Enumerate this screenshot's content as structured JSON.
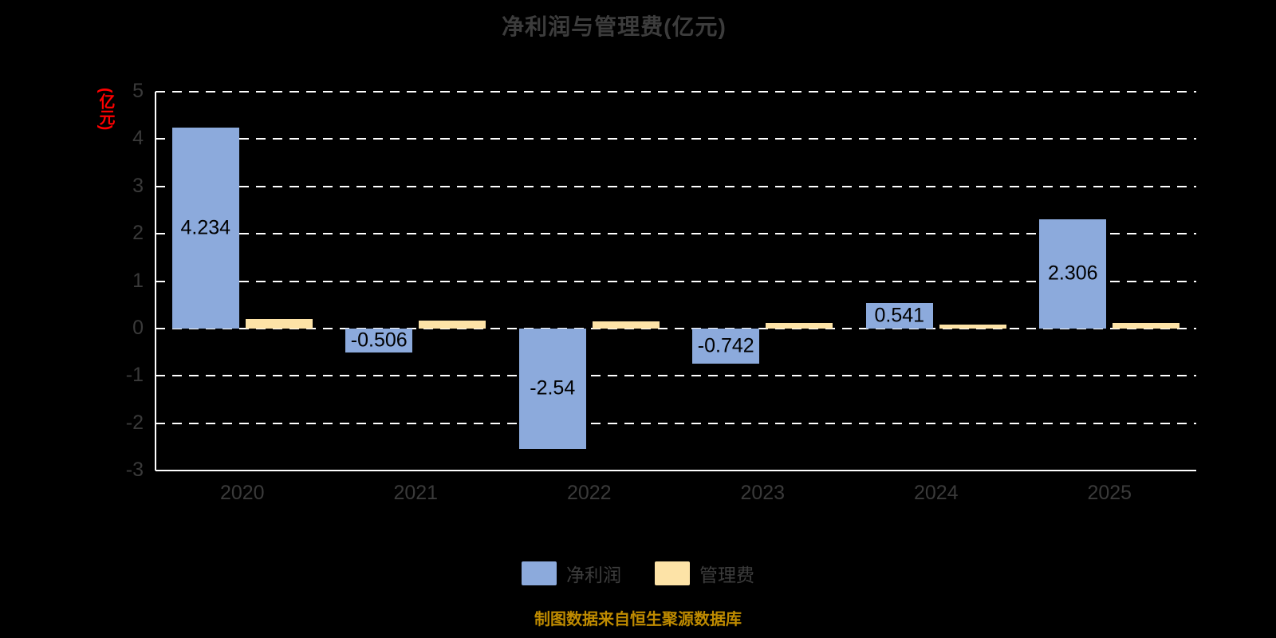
{
  "title": "净利润与管理费(亿元)",
  "y_axis_unit_label": "(亿元)",
  "caption": "制图数据来自恒生聚源数据库",
  "colors": {
    "background": "#000000",
    "gridline": "#ffffff",
    "title_text": "#3c3c3c",
    "tick_text": "#3a3a3a",
    "unit_label": "#ff0000",
    "caption_text": "#bf8b00",
    "net_profit_bar": "#8caadc",
    "management_fee_bar": "#fde3a7",
    "value_label": "#000000"
  },
  "legend": [
    {
      "label": "净利润",
      "color": "#8caadc"
    },
    {
      "label": "管理费",
      "color": "#fde3a7"
    }
  ],
  "chart_data": {
    "type": "bar",
    "title": "净利润与管理费(亿元)",
    "ylabel": "(亿元)",
    "categories": [
      "2020",
      "2021",
      "2022",
      "2023",
      "2024",
      "2025"
    ],
    "series": [
      {
        "name": "净利润",
        "color": "#8caadc",
        "values": [
          4.234,
          -0.506,
          -2.54,
          -0.742,
          0.541,
          2.306
        ],
        "labels": [
          "4.234",
          "-0.506",
          "-2.54",
          "-0.742",
          "0.541",
          "2.306"
        ]
      },
      {
        "name": "管理费",
        "color": "#fde3a7",
        "values": [
          0.2,
          0.17,
          0.15,
          0.12,
          0.08,
          0.12
        ],
        "labels": []
      }
    ],
    "ylim": [
      -3,
      5
    ],
    "ytick_step": 1,
    "grid": "dashed-horizontal-white",
    "legend_position": "bottom-center"
  }
}
